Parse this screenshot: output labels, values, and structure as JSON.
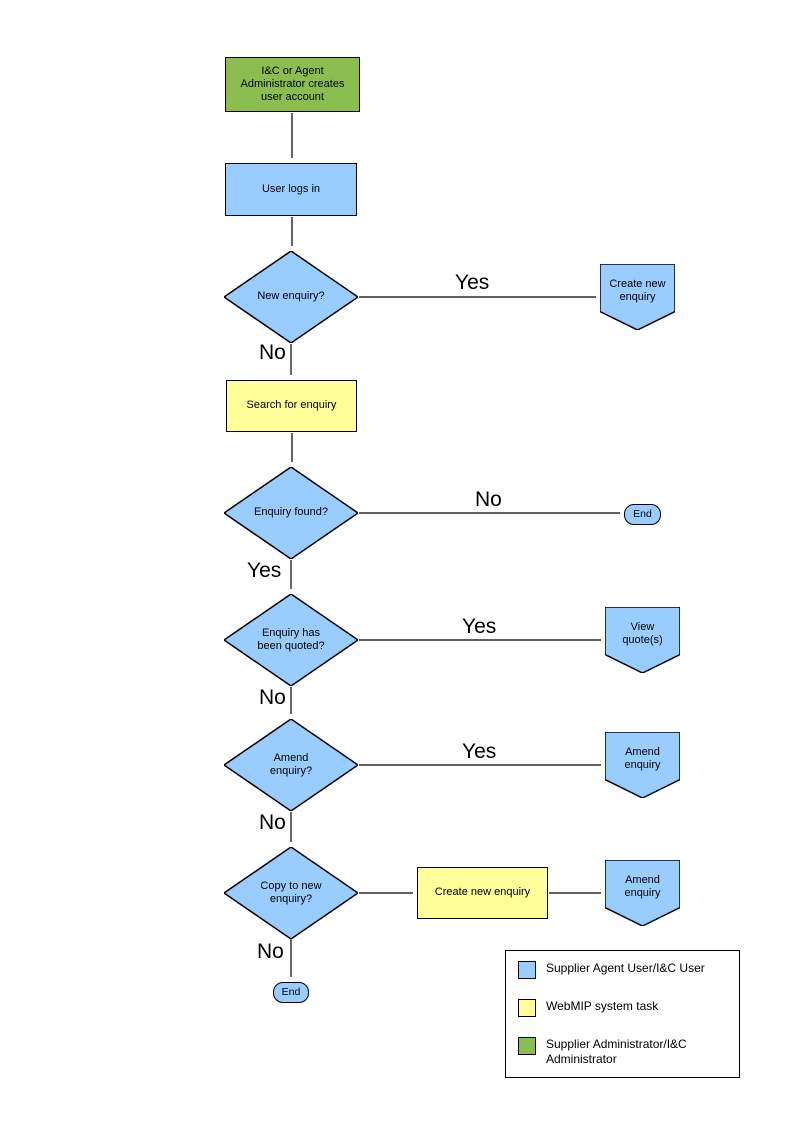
{
  "colors": {
    "node_blue": "#99CCFF",
    "node_yellow": "#FFFF99",
    "node_green": "#8CBE4F",
    "line": "#000000"
  },
  "nodes": {
    "admin_creates_account": "I&C or Agent Administrator creates user account",
    "user_logs_in": "User logs in",
    "new_enquiry_q": "New enquiry?",
    "create_new_enquiry_ref": "Create new enquiry",
    "search_for_enquiry": "Search for enquiry",
    "enquiry_found_q": "Enquiry found?",
    "end_1": "End",
    "enquiry_quoted_q": "Enquiry has been quoted?",
    "view_quotes_ref": "View quote(s)",
    "amend_enquiry_q": "Amend enquiry?",
    "amend_enquiry_ref": "Amend enquiry",
    "copy_to_new_enquiry_q": "Copy to new enquiry?",
    "create_new_enquiry_task": "Create new enquiry",
    "amend_enquiry_ref_2": "Amend enquiry",
    "end_2": "End"
  },
  "edge_labels": {
    "new_enquiry_yes": "Yes",
    "new_enquiry_no": "No",
    "enquiry_found_no": "No",
    "enquiry_found_yes": "Yes",
    "quoted_yes": "Yes",
    "quoted_no": "No",
    "amend_yes": "Yes",
    "amend_no": "No",
    "copy_no": "No"
  },
  "legend": {
    "items": [
      {
        "label": "Supplier Agent User/I&C User",
        "color": "#99CCFF"
      },
      {
        "label": "WebMIP system task",
        "color": "#FFFF99"
      },
      {
        "label": "Supplier Administrator/I&C Administrator",
        "color": "#8CBE4F"
      }
    ]
  }
}
